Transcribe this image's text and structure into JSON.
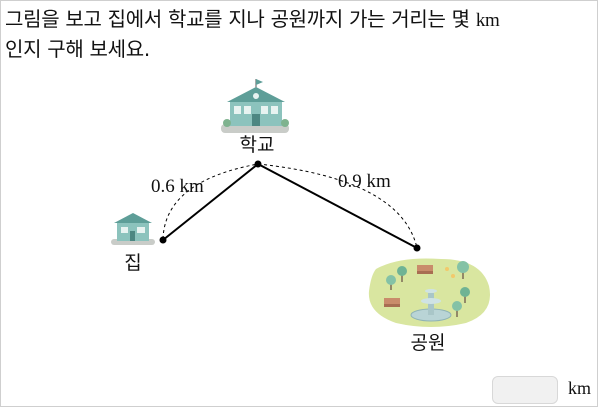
{
  "question": {
    "text_main": "그림을 보고 집에서 학교를 지나 공원까지 가는 거리는 몇 ",
    "text_unit": "km",
    "text_line2": "인지 구해 보세요."
  },
  "diagram": {
    "places": {
      "school": "학교",
      "house": "집",
      "park": "공원"
    },
    "distances": {
      "house_to_school": "0.6 km",
      "school_to_park": "0.9 km"
    }
  },
  "answer": {
    "value": "",
    "unit": "km"
  },
  "colors": {
    "building_teal": "#8cc3bd",
    "roof_teal": "#5e9e98",
    "park_green": "#d9e6a0",
    "line": "#000000"
  },
  "icons": {
    "school": "school-icon",
    "house": "house-icon",
    "park": "park-icon"
  }
}
